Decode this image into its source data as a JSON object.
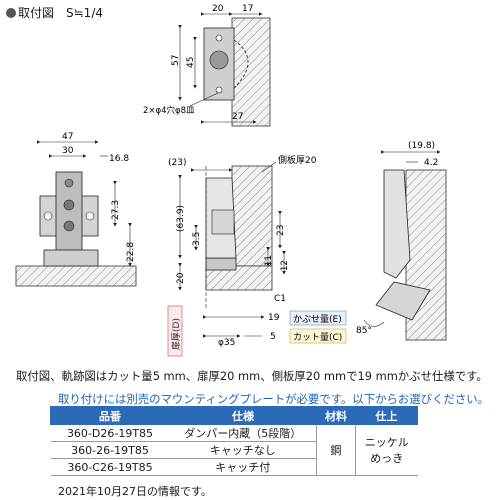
{
  "title": "取付図　S≒1/4",
  "dimensions": {
    "top": {
      "d20": "20",
      "d17": "17",
      "d57": "57",
      "d45": "45",
      "d27": "27",
      "holes": "2×φ4穴φ8皿"
    },
    "left": {
      "d47": "47",
      "d30": "30",
      "d16_8": "16.8",
      "d27_3": "27.3",
      "d22_8": "22.8"
    },
    "center": {
      "d23p": "(23)",
      "side_plate": "側板厚20",
      "d63_9": "(63.9)",
      "d3_5": "3.5",
      "d23": "23",
      "d20": "20",
      "d11": "11",
      "d12": "12",
      "c1": "C1",
      "d19": "19",
      "d5": "5",
      "d35": "φ35",
      "door": "扉厚(D)",
      "overlay": "かぶせ量(E)",
      "cut": "カット量(C)"
    },
    "right": {
      "d19_8": "(19.8)",
      "d4_2": "4.2",
      "angle": "85°"
    }
  },
  "note": "取付図、軌跡図はカット量5 mm、扉厚20 mm、側板厚20 mmで19 mmかぶせ仕様です。",
  "note2": "取り付けには別売のマウンティングプレートが必要です。以下からお選びください。",
  "table": {
    "headers": [
      "品番",
      "仕様",
      "材料",
      "仕上"
    ],
    "rows": [
      {
        "part": "360-D26-19T85",
        "spec": "ダンパー内蔵（5段階）"
      },
      {
        "part": "360-26-19T85",
        "spec": "キャッチなし"
      },
      {
        "part": "360-C26-19T85",
        "spec": "キャッチ付"
      }
    ],
    "material": "鋼",
    "finish_line1": "ニッケル",
    "finish_line2": "めっき"
  },
  "footer": "2021年10月27日の情報です。"
}
